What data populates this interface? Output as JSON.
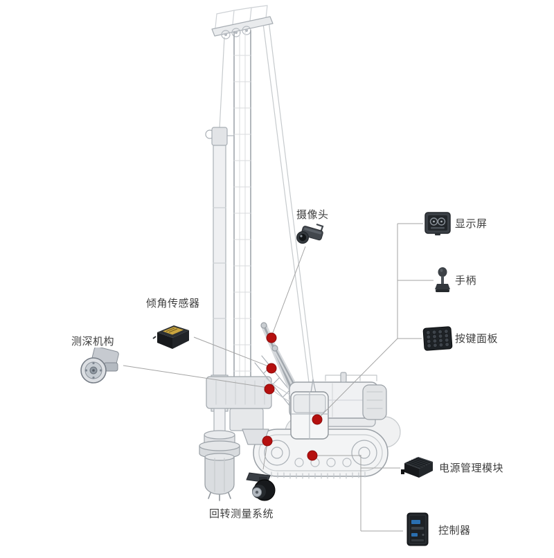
{
  "page": {
    "background": "#ffffff",
    "accent_color": "#b5100f",
    "callout_line_color": "#a3a3a3",
    "text_color": "#3f3f3f"
  },
  "callouts": [
    {
      "id": "camera",
      "label": "摄像头",
      "icon": "cctv-camera-icon"
    },
    {
      "id": "display",
      "label": "显示屏",
      "icon": "monitor-icon"
    },
    {
      "id": "joystick",
      "label": "手柄",
      "icon": "joystick-icon"
    },
    {
      "id": "keypad",
      "label": "按键面板",
      "icon": "keypad-icon"
    },
    {
      "id": "tilt-sensor",
      "label": "倾角传感器",
      "icon": "tilt-sensor-icon"
    },
    {
      "id": "depth-mechanism",
      "label": "测深机构",
      "icon": "depth-pulley-icon"
    },
    {
      "id": "rotary-system",
      "label": "回转测量系统",
      "icon": "rotary-encoder-icon"
    },
    {
      "id": "power-module",
      "label": "电源管理模块",
      "icon": "power-module-icon"
    },
    {
      "id": "controller",
      "label": "控制器",
      "icon": "controller-icon"
    }
  ]
}
